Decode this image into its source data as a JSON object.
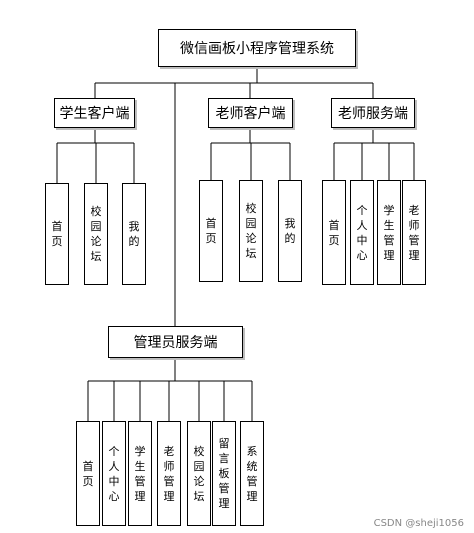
{
  "root": {
    "label": "微信画板小程序管理系统"
  },
  "groups": {
    "student": {
      "label": "学生客户端",
      "children": [
        "首页",
        "校园论坛",
        "我的"
      ]
    },
    "teacher_client": {
      "label": "老师客户端",
      "children": [
        "首页",
        "校园论坛",
        "我的"
      ]
    },
    "teacher_service": {
      "label": "老师服务端",
      "children": [
        "首页",
        "个人中心",
        "学生管理",
        "老师管理"
      ]
    },
    "admin": {
      "label": "管理员服务端",
      "children": [
        "首页",
        "个人中心",
        "学生管理",
        "老师管理",
        "校园论坛",
        "留言板管理",
        "系统管理"
      ]
    }
  },
  "watermark": "CSDN @sheji1056"
}
